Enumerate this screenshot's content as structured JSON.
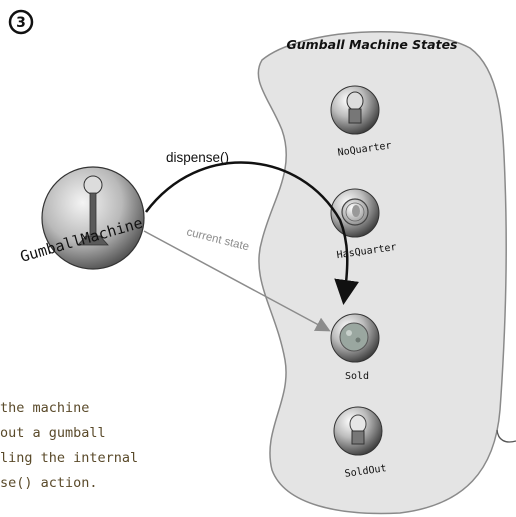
{
  "step_number": "3",
  "title": "Gumball Machine States",
  "machine_label": "GumballMachine",
  "arrows": {
    "dispense_label": "dispense()",
    "current_state_label": "current state"
  },
  "states": [
    {
      "id": "no-quarter",
      "label": "NoQuarter"
    },
    {
      "id": "has-quarter",
      "label": "HasQuarter"
    },
    {
      "id": "sold",
      "label": "Sold"
    },
    {
      "id": "sold-out",
      "label": "SoldOut"
    }
  ],
  "note_lines": [
    "the machine",
    "out a gumball",
    "ling the internal",
    "se() action."
  ],
  "colors": {
    "blob": "#e4e4e4",
    "blob_stroke": "#8a8a8a",
    "ink": "#111111",
    "gray_arrow": "#8c8c8c"
  }
}
